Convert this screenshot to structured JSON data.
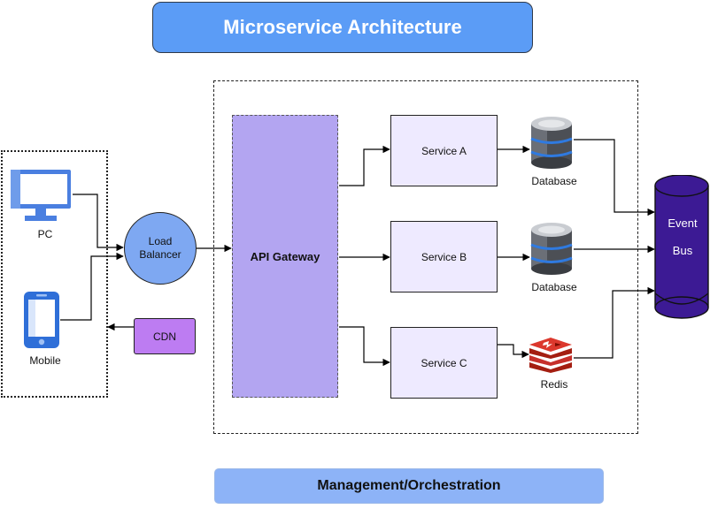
{
  "title": "Microservice Architecture",
  "clients": {
    "pc_label": "PC",
    "mobile_label": "Mobile"
  },
  "load_balancer": {
    "line1": "Load",
    "line2": "Balancer"
  },
  "cdn_label": "CDN",
  "api_gateway_label": "API Gateway",
  "services": [
    {
      "label": "Service A",
      "store_label": "Database"
    },
    {
      "label": "Service B",
      "store_label": "Database"
    },
    {
      "label": "Service C",
      "store_label": "Redis"
    }
  ],
  "event_bus": {
    "line1": "Event",
    "line2": "Bus"
  },
  "footer_label": "Management/Orchestration",
  "colors": {
    "title_bg": "#5b9cf6",
    "gateway_bg": "#b3a5f1",
    "service_bg": "#eeeaff",
    "load_balancer_bg": "#7ea8f2",
    "cdn_bg": "#bd7cf2",
    "event_bus_bg": "#3c1a94",
    "footer_bg": "#8db3f7",
    "device_blue": "#4a7fe0"
  }
}
